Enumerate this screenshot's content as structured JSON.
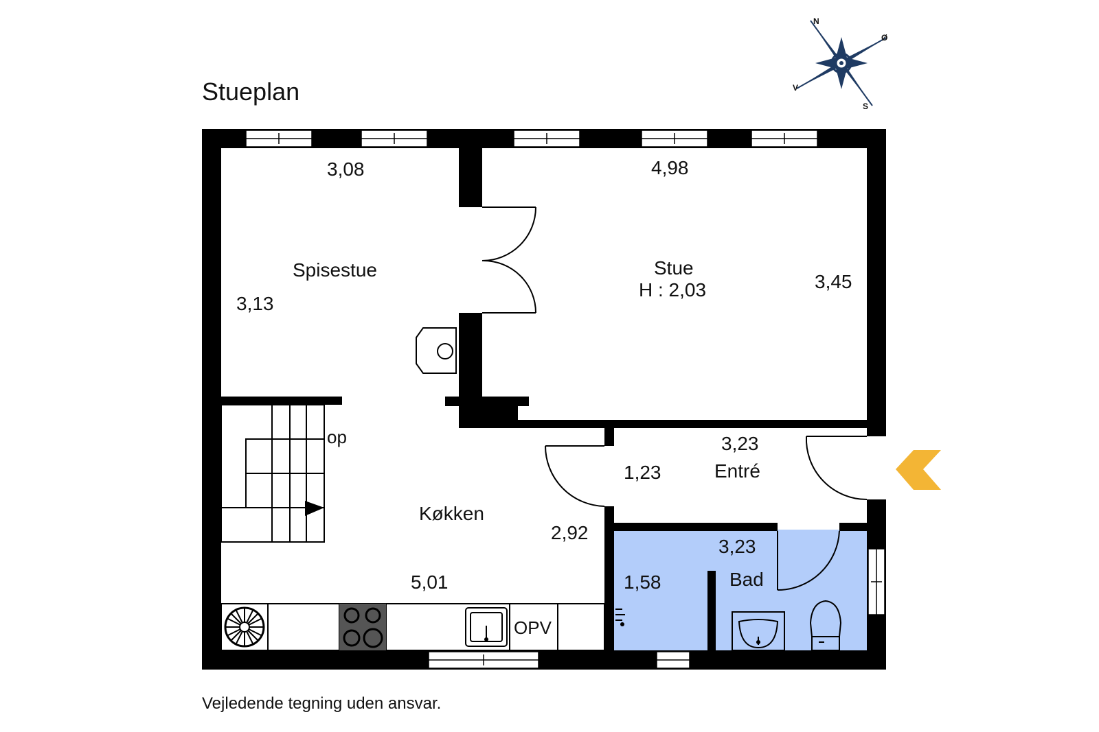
{
  "title": "Stueplan",
  "footer": "Vejledende tegning uden ansvar.",
  "compass": {
    "n": "N",
    "e": "Ø",
    "s": "S",
    "w": "V"
  },
  "rooms": {
    "dining": {
      "name": "Spisestue",
      "width": "3,08",
      "depth": "3,13"
    },
    "living": {
      "name": "Stue",
      "height": "H : 2,03",
      "width": "4,98",
      "depth": "3,45"
    },
    "kitchen": {
      "name": "Køkken",
      "width": "5,01",
      "depth": "2,92"
    },
    "entrance": {
      "name": "Entré",
      "width": "3,23",
      "depth": "1,23"
    },
    "bath": {
      "name": "Bad",
      "width": "3,23",
      "depth": "1,58"
    }
  },
  "labels": {
    "stairs_up": "op",
    "dishwasher": "OPV"
  },
  "colors": {
    "bath_fill": "#b3cdfa",
    "entry_arrow": "#f3b535",
    "compass_blue": "#1f3b63"
  },
  "icons": [
    "compass-rose-icon",
    "entry-arrow-icon",
    "stove-icon",
    "sink-icon",
    "toilet-icon",
    "washbasin-icon",
    "fan-icon",
    "fireplace-icon",
    "stairs-arrow-icon"
  ]
}
